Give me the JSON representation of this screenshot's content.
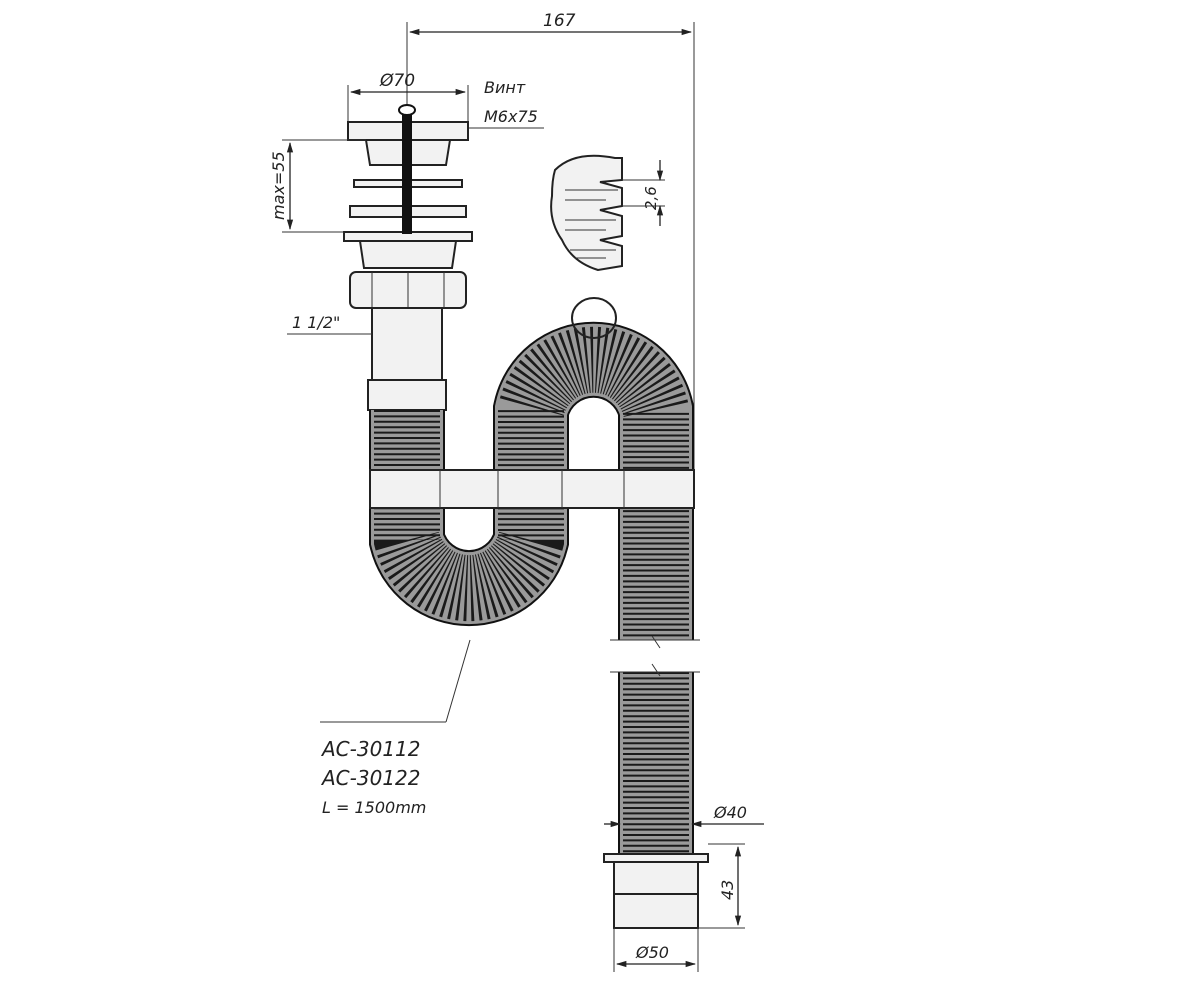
{
  "dimensions": {
    "overall_width": "167",
    "grid_diameter": "Ø70",
    "screw_title": "Винт",
    "screw_size": "M6x75",
    "max_height": "max=55",
    "thread": "1 1/2\"",
    "rib_pitch": "2,6",
    "hose_diameter": "Ø40",
    "outlet_height": "43",
    "outlet_diameter": "Ø50"
  },
  "model": {
    "code_1": "AC-30112",
    "code_2": "AC-30122",
    "length": "L = 1500mm"
  }
}
